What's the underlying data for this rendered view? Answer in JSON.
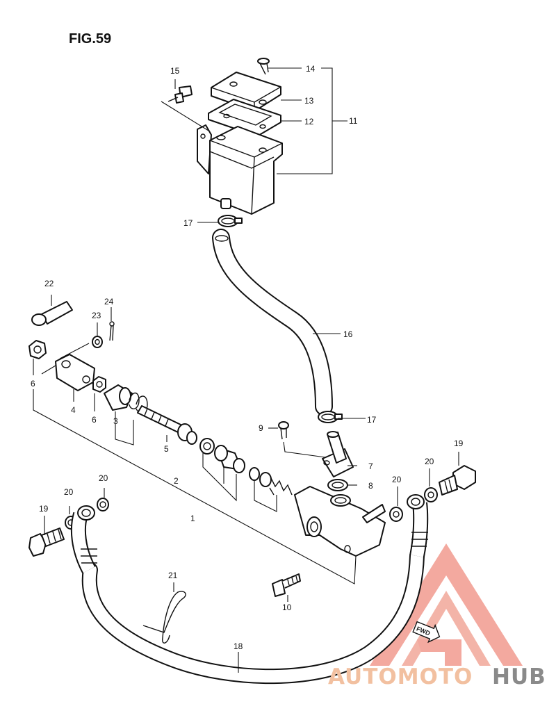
{
  "figure": {
    "title": "FIG.59"
  },
  "callouts": {
    "c1": "1",
    "c2": "2",
    "c3": "3",
    "c4": "4",
    "c5": "5",
    "c6a": "6",
    "c6b": "6",
    "c7": "7",
    "c8": "8",
    "c9": "9",
    "c10": "10",
    "c11": "11",
    "c12": "12",
    "c13": "13",
    "c14": "14",
    "c15": "15",
    "c16": "16",
    "c17a": "17",
    "c17b": "17",
    "c18": "18",
    "c19a": "19",
    "c19b": "19",
    "c20a": "20",
    "c20b": "20",
    "c20c": "20",
    "c20d": "20",
    "c21": "21",
    "c22": "22",
    "c23": "23",
    "c24": "24"
  },
  "direction_marker": {
    "label": "FWD"
  },
  "watermark": {
    "part1": "AUTOMOTO",
    "part2": "HUB",
    "color_primary": "#f29b8f",
    "color_accent": "#f2c0a0",
    "color_secondary": "#8a8a8a"
  }
}
